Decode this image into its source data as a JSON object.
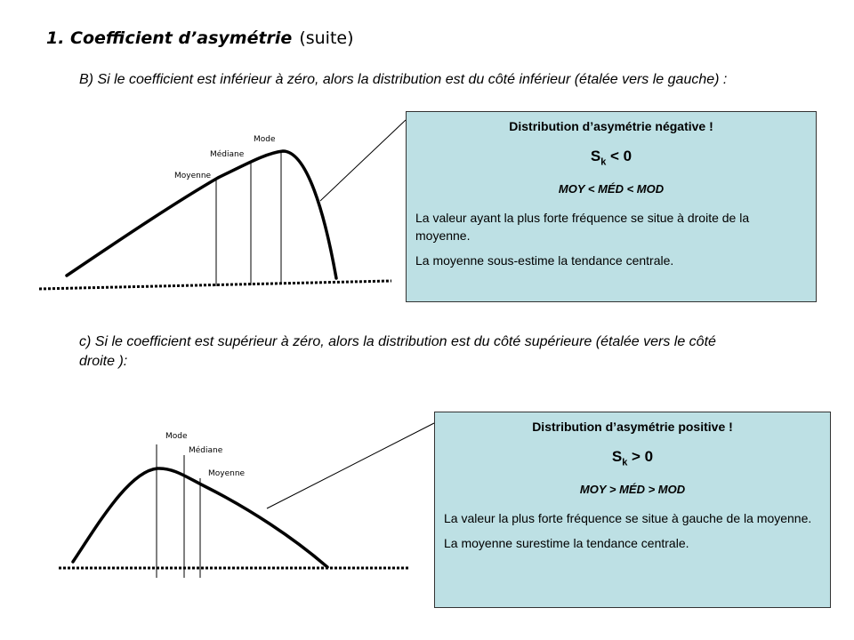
{
  "heading": {
    "text": "1. Coefficient d’asymétrie",
    "suffix": "(suite)"
  },
  "section_b": {
    "text": "B) Si le coefficient  est inférieur à zéro, alors la distribution est du côté inférieur (étalée vers le gauche) :",
    "labels": {
      "mode": "Mode",
      "mediane": "Médiane",
      "moyenne": "Moyenne"
    },
    "box": {
      "title": "Distribution d’asymétrie négative !",
      "sk_main": "S",
      "sk_sub": "k",
      "sk_rel": " < 0",
      "inequality": "MOY < MÉD < MOD",
      "p1": "La valeur ayant la plus forte fréquence se situe à droite de la moyenne.",
      "p2": "La moyenne sous-estime la tendance centrale."
    }
  },
  "section_c": {
    "text": "c) Si le coefficient  est supérieur à zéro, alors la distribution est du côté supérieure (étalée vers le côté droite ):",
    "labels": {
      "mode": "Mode",
      "mediane": "Médiane",
      "moyenne": "Moyenne"
    },
    "box": {
      "title": "Distribution d’asymétrie positive !",
      "sk_main": "S",
      "sk_sub": "k",
      "sk_rel": " > 0",
      "inequality": "MOY > MÉD > MOD",
      "p1": "La valeur la plus forte fréquence se situe à gauche de la moyenne.",
      "p2": "La moyenne surestime la tendance centrale."
    }
  }
}
